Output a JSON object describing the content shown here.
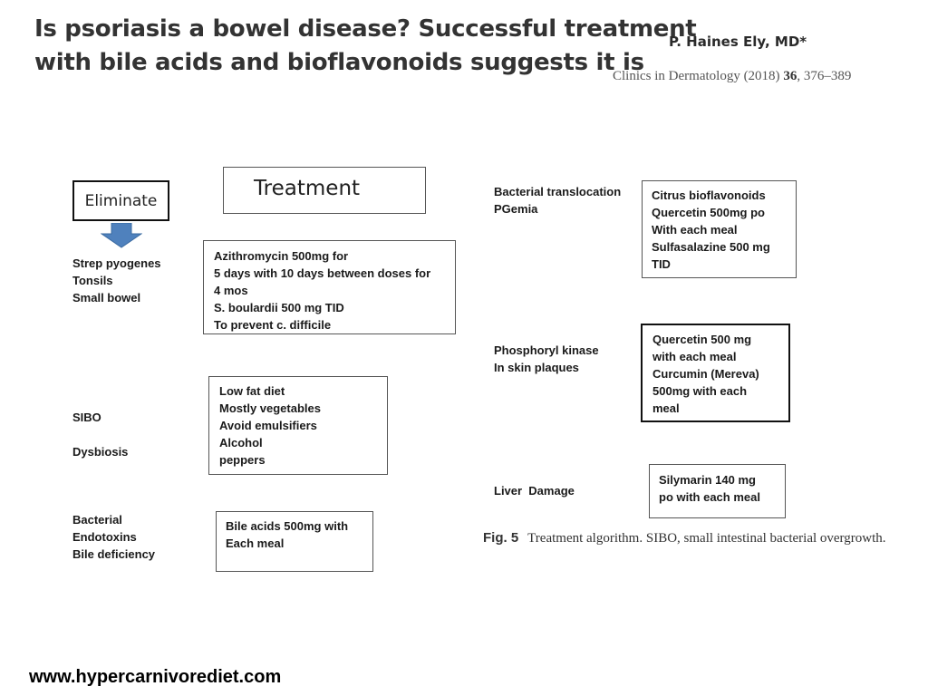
{
  "header": {
    "title_lines": [
      "Is psoriasis a bowel disease? Successful treatment",
      "with bile acids and bioflavonoids suggests it is"
    ],
    "author": "P. Haines Ely, MD*",
    "citation": {
      "journal": "Clinics in Dermatology (2018) ",
      "volume": "36",
      "pages": ", 376–389"
    }
  },
  "diagram": {
    "eliminate_label": "Eliminate",
    "treatment_label": "Treatment",
    "arrow_color": "#4f81bd",
    "left_rows": [
      {
        "conditions": [
          "Strep pyogenes",
          "Tonsils",
          "Small bowel"
        ],
        "treatment": [
          "Azithromycin 500mg for",
          "5 days with 10 days between doses for",
          "4 mos",
          "S. boulardii 500 mg TID",
          "To prevent c. difficile"
        ]
      },
      {
        "conditions": [
          "SIBO",
          "",
          "Dysbiosis"
        ],
        "treatment": [
          "Low fat diet",
          "Mostly vegetables",
          "Avoid emulsifiers",
          "Alcohol",
          "peppers"
        ]
      },
      {
        "conditions": [
          "Bacterial",
          "Endotoxins",
          "Bile deficiency"
        ],
        "treatment": [
          "Bile acids 500mg with",
          "Each meal"
        ]
      }
    ],
    "right_rows": [
      {
        "conditions": [
          "Bacterial translocation",
          "PGemia"
        ],
        "treatment": [
          "Citrus bioflavonoids",
          "Quercetin 500mg po",
          "With each meal",
          "Sulfasalazine 500 mg",
          "TID"
        ]
      },
      {
        "conditions": [
          "Phosphoryl kinase",
          "In skin plaques"
        ],
        "treatment": [
          "Quercetin 500 mg",
          "with each meal",
          "Curcumin (Mereva)",
          "500mg with each",
          "meal"
        ]
      },
      {
        "conditions": [
          "Liver  Damage"
        ],
        "treatment": [
          "Silymarin 140 mg",
          "po with each meal"
        ]
      }
    ],
    "caption": {
      "figure_number": "Fig. 5",
      "text": "Treatment algorithm. SIBO, small intestinal bacterial overgrowth."
    }
  },
  "footer": {
    "website": "www.hypercarnivorediet.com"
  }
}
